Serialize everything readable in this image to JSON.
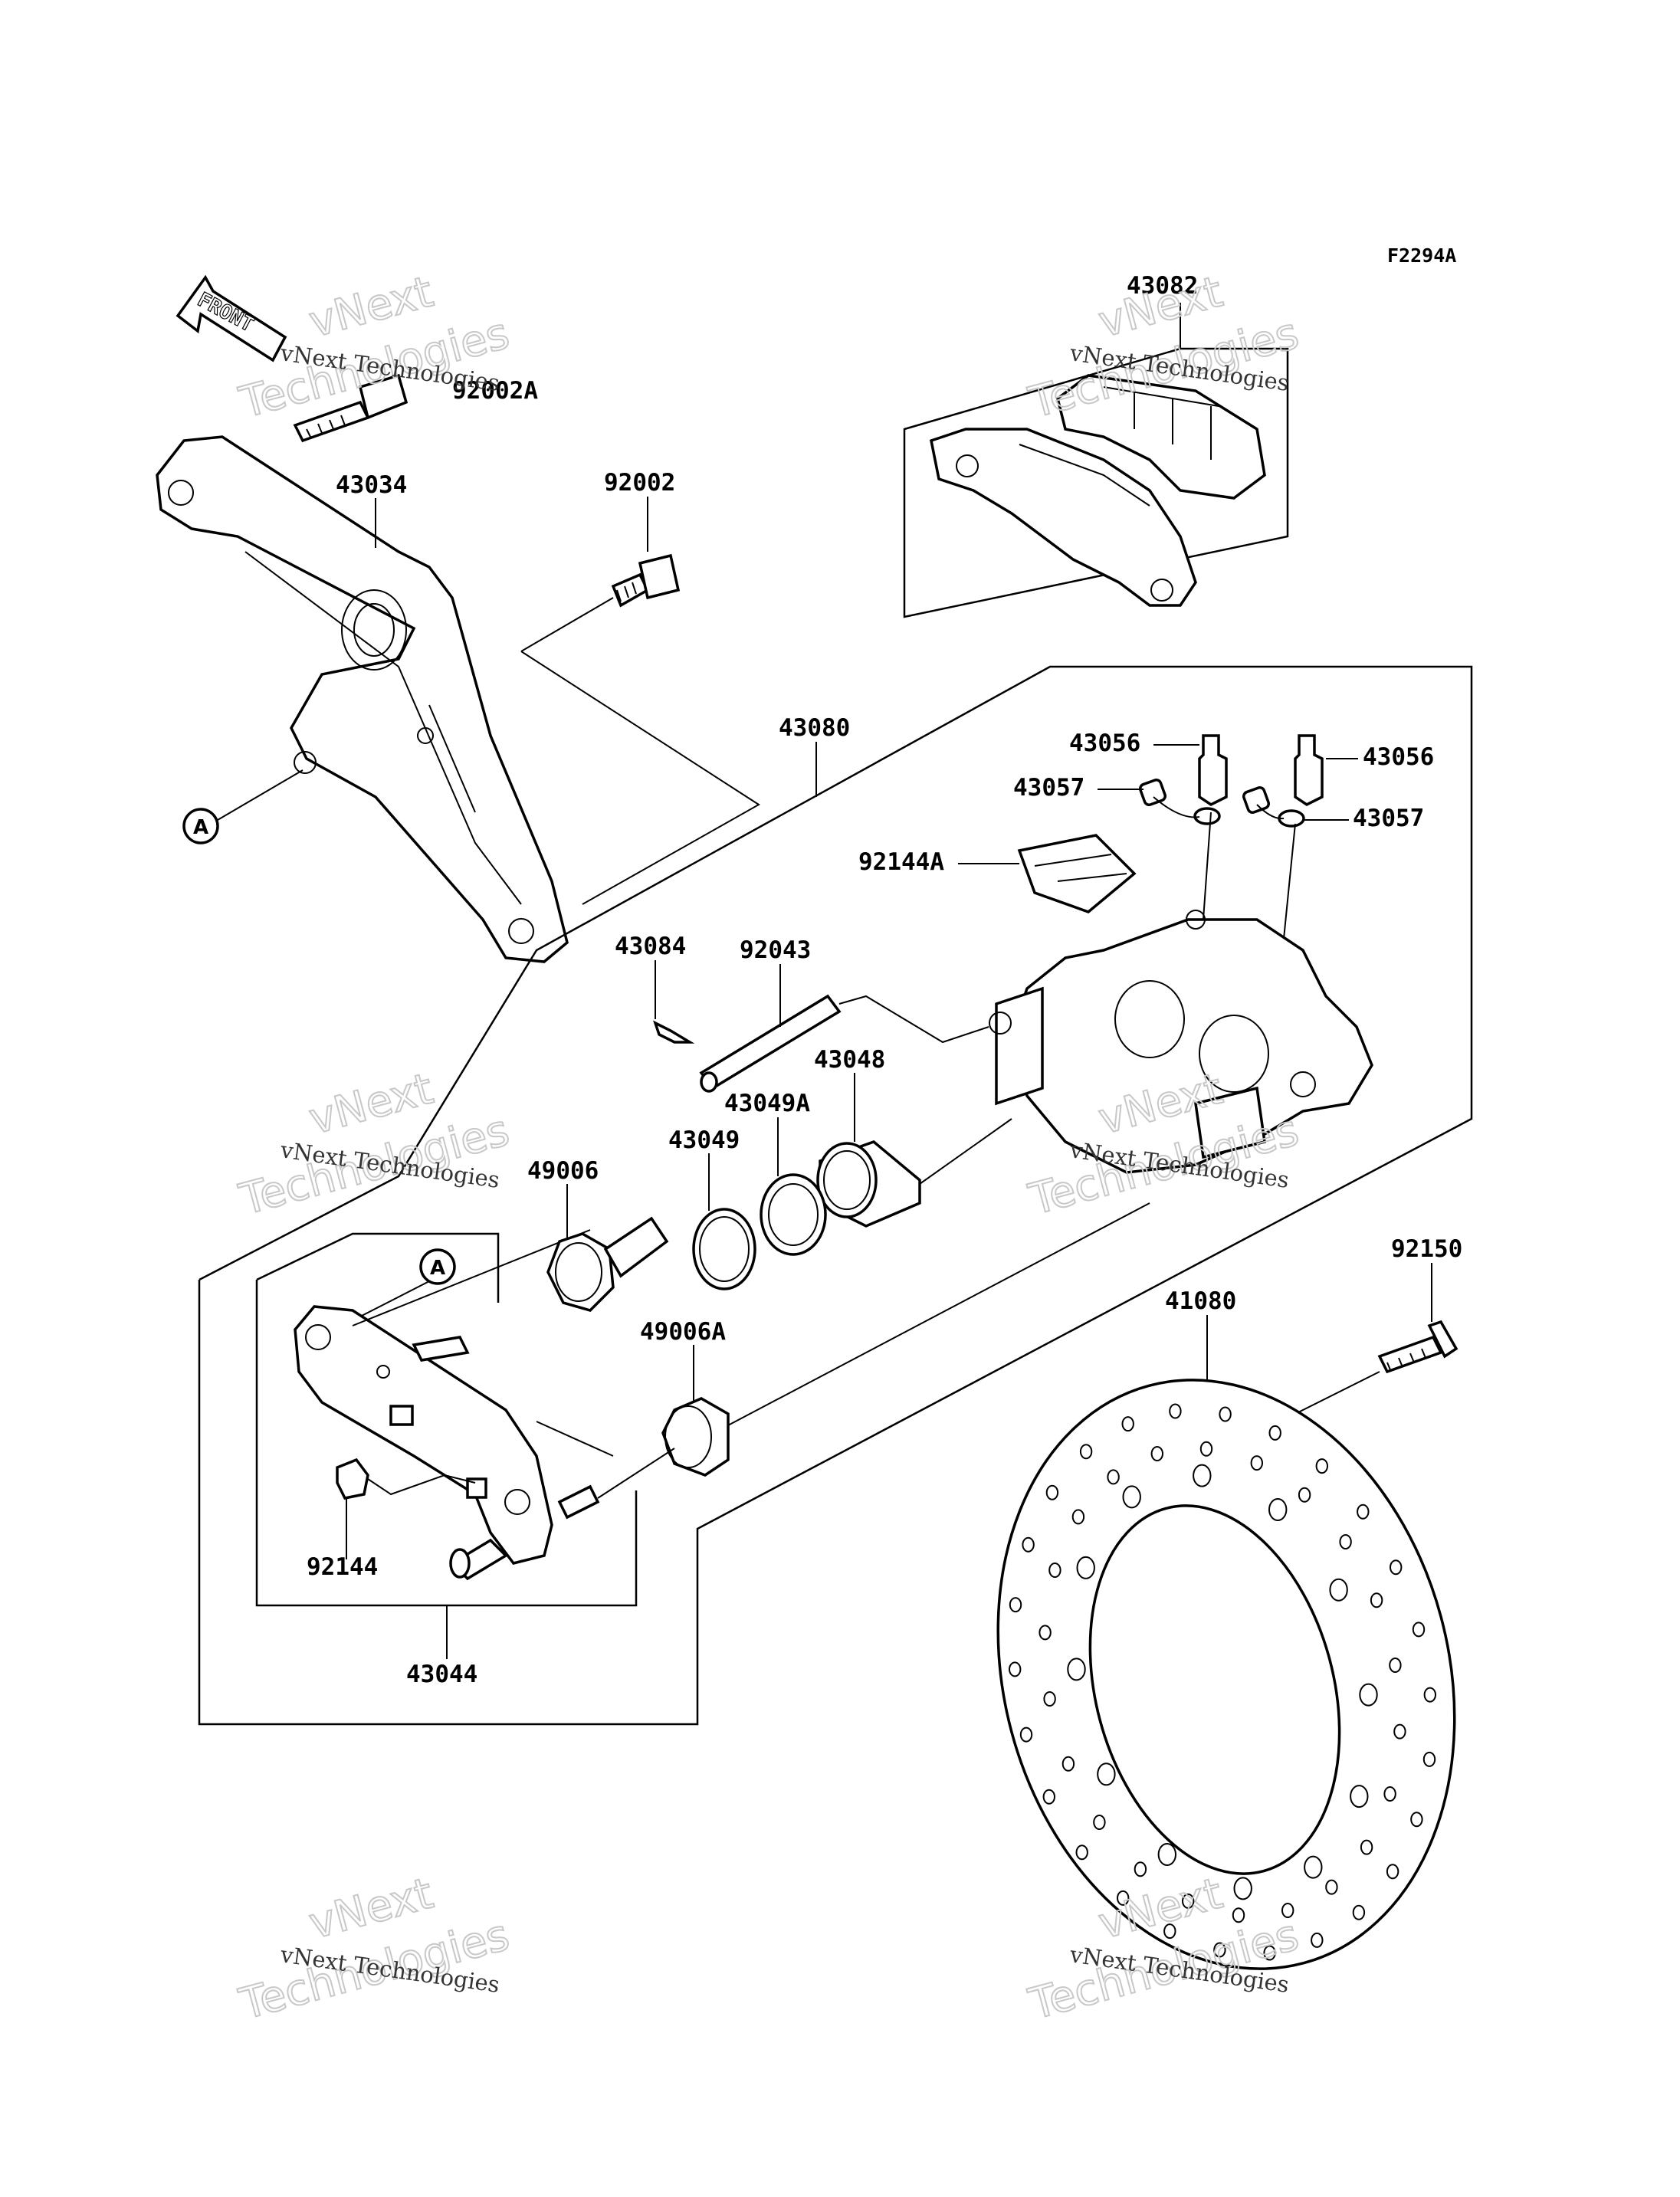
{
  "figure_code": "F2294A",
  "front_label": "FRONT",
  "ref_marker": "A",
  "watermark": {
    "line1": "vNext Technologies",
    "line2": "vNext",
    "line3": "Technologies"
  },
  "parts": [
    {
      "id": "p43082",
      "number": "43082"
    },
    {
      "id": "p92002A",
      "number": "92002A"
    },
    {
      "id": "p43034",
      "number": "43034"
    },
    {
      "id": "p92002",
      "number": "92002"
    },
    {
      "id": "p43080",
      "number": "43080"
    },
    {
      "id": "p43056a",
      "number": "43056"
    },
    {
      "id": "p43056b",
      "number": "43056"
    },
    {
      "id": "p43057a",
      "number": "43057"
    },
    {
      "id": "p43057b",
      "number": "43057"
    },
    {
      "id": "p92144A",
      "number": "92144A"
    },
    {
      "id": "p43084",
      "number": "43084"
    },
    {
      "id": "p92043",
      "number": "92043"
    },
    {
      "id": "p43048",
      "number": "43048"
    },
    {
      "id": "p43049A",
      "number": "43049A"
    },
    {
      "id": "p43049",
      "number": "43049"
    },
    {
      "id": "p49006",
      "number": "49006"
    },
    {
      "id": "p49006A",
      "number": "49006A"
    },
    {
      "id": "p92150",
      "number": "92150"
    },
    {
      "id": "p41080",
      "number": "41080"
    },
    {
      "id": "p92144",
      "number": "92144"
    },
    {
      "id": "p43044",
      "number": "43044"
    }
  ]
}
